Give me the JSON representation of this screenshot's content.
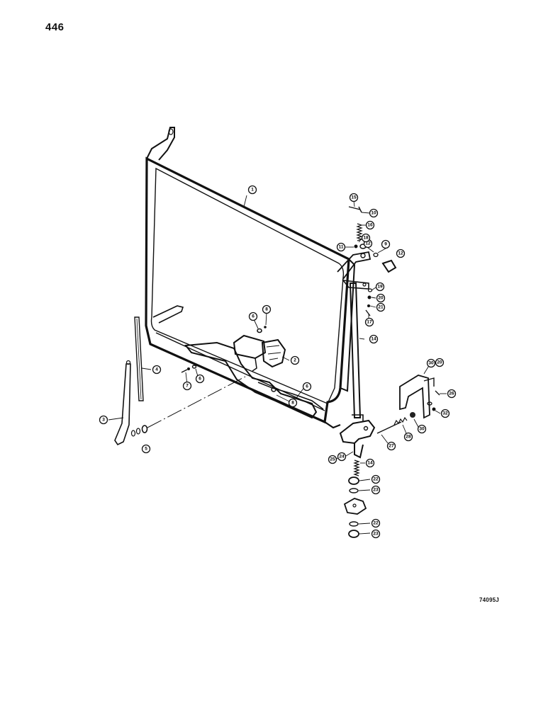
{
  "page": {
    "number": "446",
    "drawing_number": "74095J"
  },
  "callouts": [
    {
      "id": "ref-1",
      "label": "1"
    },
    {
      "id": "ref-2",
      "label": "2"
    },
    {
      "id": "ref-3",
      "label": "3"
    },
    {
      "id": "ref-4",
      "label": "4"
    },
    {
      "id": "ref-5",
      "label": "5"
    },
    {
      "id": "ref-6a",
      "label": "6"
    },
    {
      "id": "ref-6b",
      "label": "6"
    },
    {
      "id": "ref-6c",
      "label": "6"
    },
    {
      "id": "ref-7",
      "label": "7"
    },
    {
      "id": "ref-8a",
      "label": "8"
    },
    {
      "id": "ref-8b",
      "label": "8"
    },
    {
      "id": "ref-9",
      "label": "9"
    },
    {
      "id": "ref-10",
      "label": "10"
    },
    {
      "id": "ref-11",
      "label": "11"
    },
    {
      "id": "ref-12a",
      "label": "12"
    },
    {
      "id": "ref-12b",
      "label": "12"
    },
    {
      "id": "ref-14a",
      "label": "14"
    },
    {
      "id": "ref-14b",
      "label": "14"
    },
    {
      "id": "ref-15",
      "label": "15"
    },
    {
      "id": "ref-16",
      "label": "16"
    },
    {
      "id": "ref-17",
      "label": "17"
    },
    {
      "id": "ref-18",
      "label": "18"
    },
    {
      "id": "ref-19",
      "label": "19"
    },
    {
      "id": "ref-20a",
      "label": "20"
    },
    {
      "id": "ref-20b",
      "label": "20"
    },
    {
      "id": "ref-21",
      "label": "21"
    },
    {
      "id": "ref-22a",
      "label": "22"
    },
    {
      "id": "ref-22b",
      "label": "22"
    },
    {
      "id": "ref-23a",
      "label": "23"
    },
    {
      "id": "ref-23b",
      "label": "23"
    },
    {
      "id": "ref-24",
      "label": "24"
    },
    {
      "id": "ref-25",
      "label": "25"
    },
    {
      "id": "ref-26",
      "label": "26"
    },
    {
      "id": "ref-27",
      "label": "27"
    },
    {
      "id": "ref-28",
      "label": "28"
    },
    {
      "id": "ref-30a",
      "label": "30"
    },
    {
      "id": "ref-30b",
      "label": "30"
    },
    {
      "id": "ref-32",
      "label": "32"
    }
  ]
}
